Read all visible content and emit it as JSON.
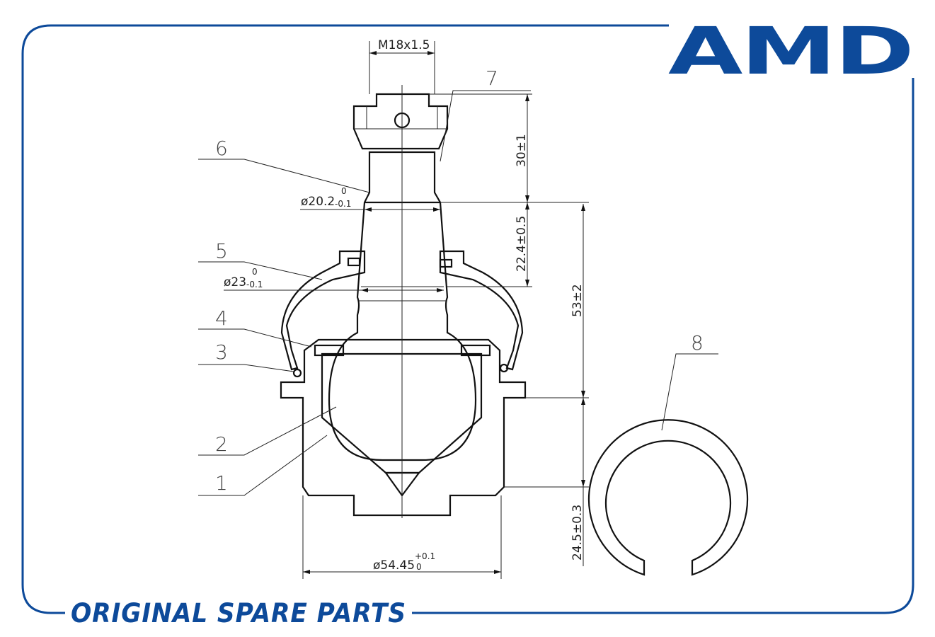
{
  "brand": {
    "logo_text": "AMD",
    "slogan": "ORIGINAL SPARE PARTS",
    "color": "#0d4a9a"
  },
  "dimensions": {
    "thread": "M18x1.5",
    "nut_height": "30±1",
    "shank_length": "22.4±0.5",
    "total_height": "53±2",
    "housing_height": "24.5±0.3",
    "dia_shank": {
      "value": "ø20.2",
      "upper": "0",
      "lower": "-0.1"
    },
    "dia_taper": {
      "value": "ø23",
      "upper": "0",
      "lower": "-0.1"
    },
    "dia_housing": {
      "value": "ø54.45",
      "upper": "+0.1",
      "lower": "0"
    }
  },
  "callouts": [
    "1",
    "2",
    "3",
    "4",
    "5",
    "6",
    "7",
    "8"
  ]
}
